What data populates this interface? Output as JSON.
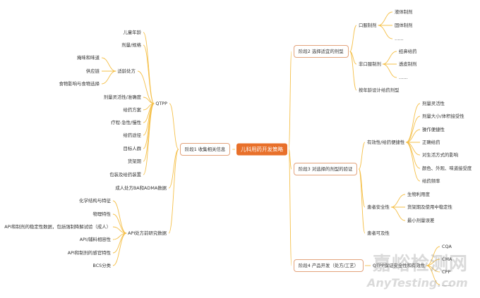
{
  "root": "儿科用药开发策略",
  "colors": {
    "root": "#e8702a",
    "box_border": "#e3a37c",
    "link": "#f5c04a"
  },
  "stage1": {
    "label": "阶段1 收集相关信息",
    "qtpp": {
      "label": "QTPP",
      "items": [
        "儿童年龄",
        "剂量/规格",
        "适龄处方",
        "剂量灵活性/准确度",
        "给药方案",
        "疗程-急性/慢性",
        "给药途径",
        "目标人群",
        "货架期",
        "包装及给药装置"
      ],
      "age_appropriate_children": [
        "掩味和味道",
        "供应链",
        "食物影响与食物选择"
      ]
    },
    "adult_data": "成人处方BA和ADMA数据",
    "api": {
      "label": "API处方前研究数据",
      "items": [
        "化学结构与特征",
        "物理特性",
        "API和制剂的稳定性数据，包括强制降解试验（成人）",
        "API/辅料相容性",
        "API和制剂的感官特性",
        "BCS分类"
      ]
    }
  },
  "stage2": {
    "label": "阶段2 选择适宜的剂型",
    "oral": {
      "label": "口服制剂",
      "items": [
        "液体制剂",
        "固体制剂",
        "……"
      ]
    },
    "nonoral": {
      "label": "非口服制剂",
      "items": [
        "经鼻给药",
        "透皮制剂",
        "……"
      ]
    },
    "age_design": "按年龄设计给药剂型"
  },
  "stage3": {
    "label": "阶段3 对选择的剂型的验证",
    "efficacy": {
      "label": "有效性/给药便捷性",
      "items": [
        "剂量灵活性",
        "剂量大小/体积接受性",
        "操作便捷性",
        "正确给药",
        "对生活方式的影响",
        "颜色、外观、味道接受度",
        "给药频率"
      ]
    },
    "safety": {
      "label": "患者安全性",
      "items": [
        "生物利用度",
        "货架期及使用中稳定性",
        "最小剂量误差"
      ]
    },
    "access": "患者可及性"
  },
  "stage4": {
    "label": "阶段4 产品开发（处方/工艺）",
    "qtpp": {
      "label": "QTPP保证安全性和有效性",
      "items": [
        "CQA",
        "CMA",
        "CPP",
        "……"
      ]
    }
  },
  "watermark": {
    "line1": "嘉峪检测网",
    "line2": "AnyTesting.com"
  }
}
